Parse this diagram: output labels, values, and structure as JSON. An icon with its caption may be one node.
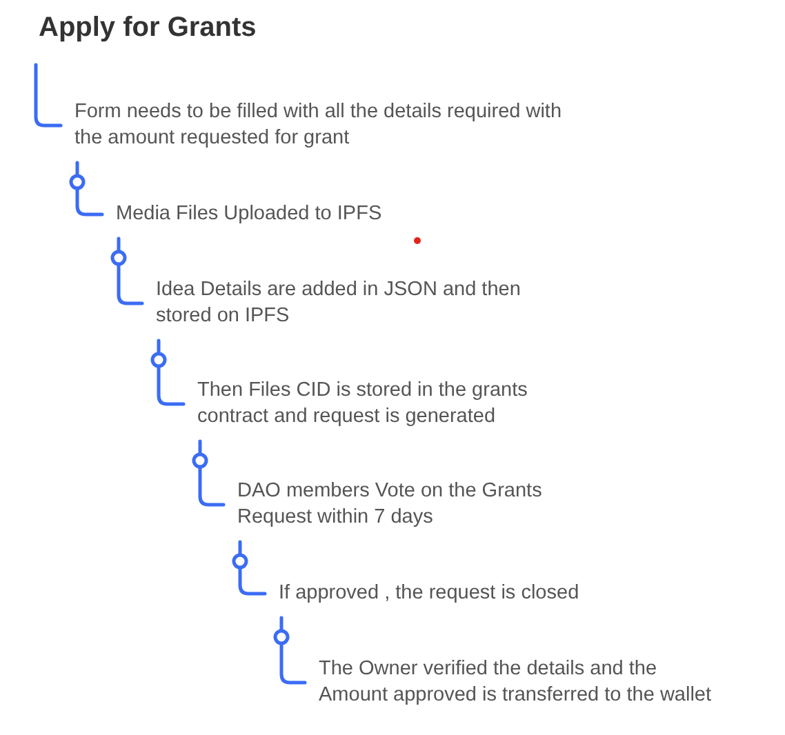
{
  "diagram": {
    "title": "Apply for Grants",
    "nodes": [
      {
        "text": [
          "Form needs to be filled with all the details required with the amount requested for grant"
        ]
      },
      {
        "text": [
          "Media Files Uploaded to IPFS"
        ]
      },
      {
        "text": [
          "Idea Details are added in JSON and then stored on IPFS"
        ]
      },
      {
        "text": [
          "Then Files CID is stored in the grants contract and request is generated"
        ]
      },
      {
        "text": [
          "DAO members Vote on the Grants Request within 7 days"
        ]
      },
      {
        "text": [
          "If approved , the request is closed"
        ]
      },
      {
        "text": [
          "The Owner verified the details and the Amount approved is transferred to the wallet"
        ]
      }
    ],
    "edges": [
      {
        "from": null,
        "to": 0,
        "arrow": "none"
      },
      {
        "from": 0,
        "to": 1,
        "arrow": "other"
      },
      {
        "from": 1,
        "to": 2,
        "arrow": "other"
      },
      {
        "from": 2,
        "to": 3,
        "arrow": "other"
      },
      {
        "from": 3,
        "to": 4,
        "arrow": "other"
      },
      {
        "from": 4,
        "to": 5,
        "arrow": "other"
      },
      {
        "from": 5,
        "to": 6,
        "arrow": "other"
      }
    ]
  }
}
